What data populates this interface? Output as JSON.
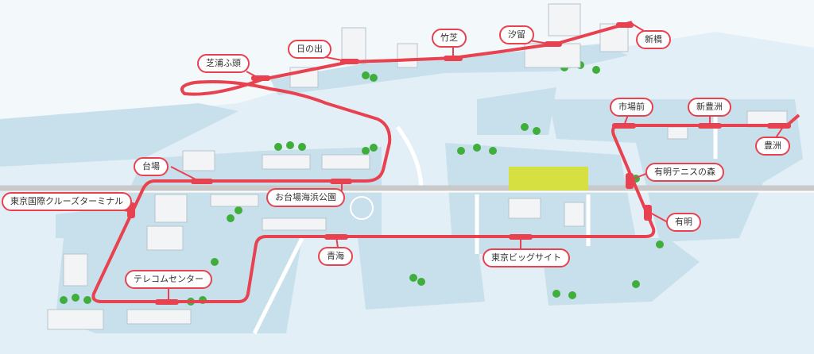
{
  "map": {
    "line_color": "#e8414f",
    "water_color": "#e3eff6",
    "land_color": "#c8e0ec",
    "stations": [
      {
        "name": "新橋"
      },
      {
        "name": "汐留"
      },
      {
        "name": "竹芝"
      },
      {
        "name": "日の出"
      },
      {
        "name": "芝浦ふ頭"
      },
      {
        "name": "お台場海浜公園"
      },
      {
        "name": "台場"
      },
      {
        "name": "東京国際クルーズターミナル"
      },
      {
        "name": "テレコムセンター"
      },
      {
        "name": "青海"
      },
      {
        "name": "東京ビッグサイト"
      },
      {
        "name": "有明"
      },
      {
        "name": "有明テニスの森"
      },
      {
        "name": "市場前"
      },
      {
        "name": "新豊洲"
      },
      {
        "name": "豊洲"
      }
    ]
  }
}
